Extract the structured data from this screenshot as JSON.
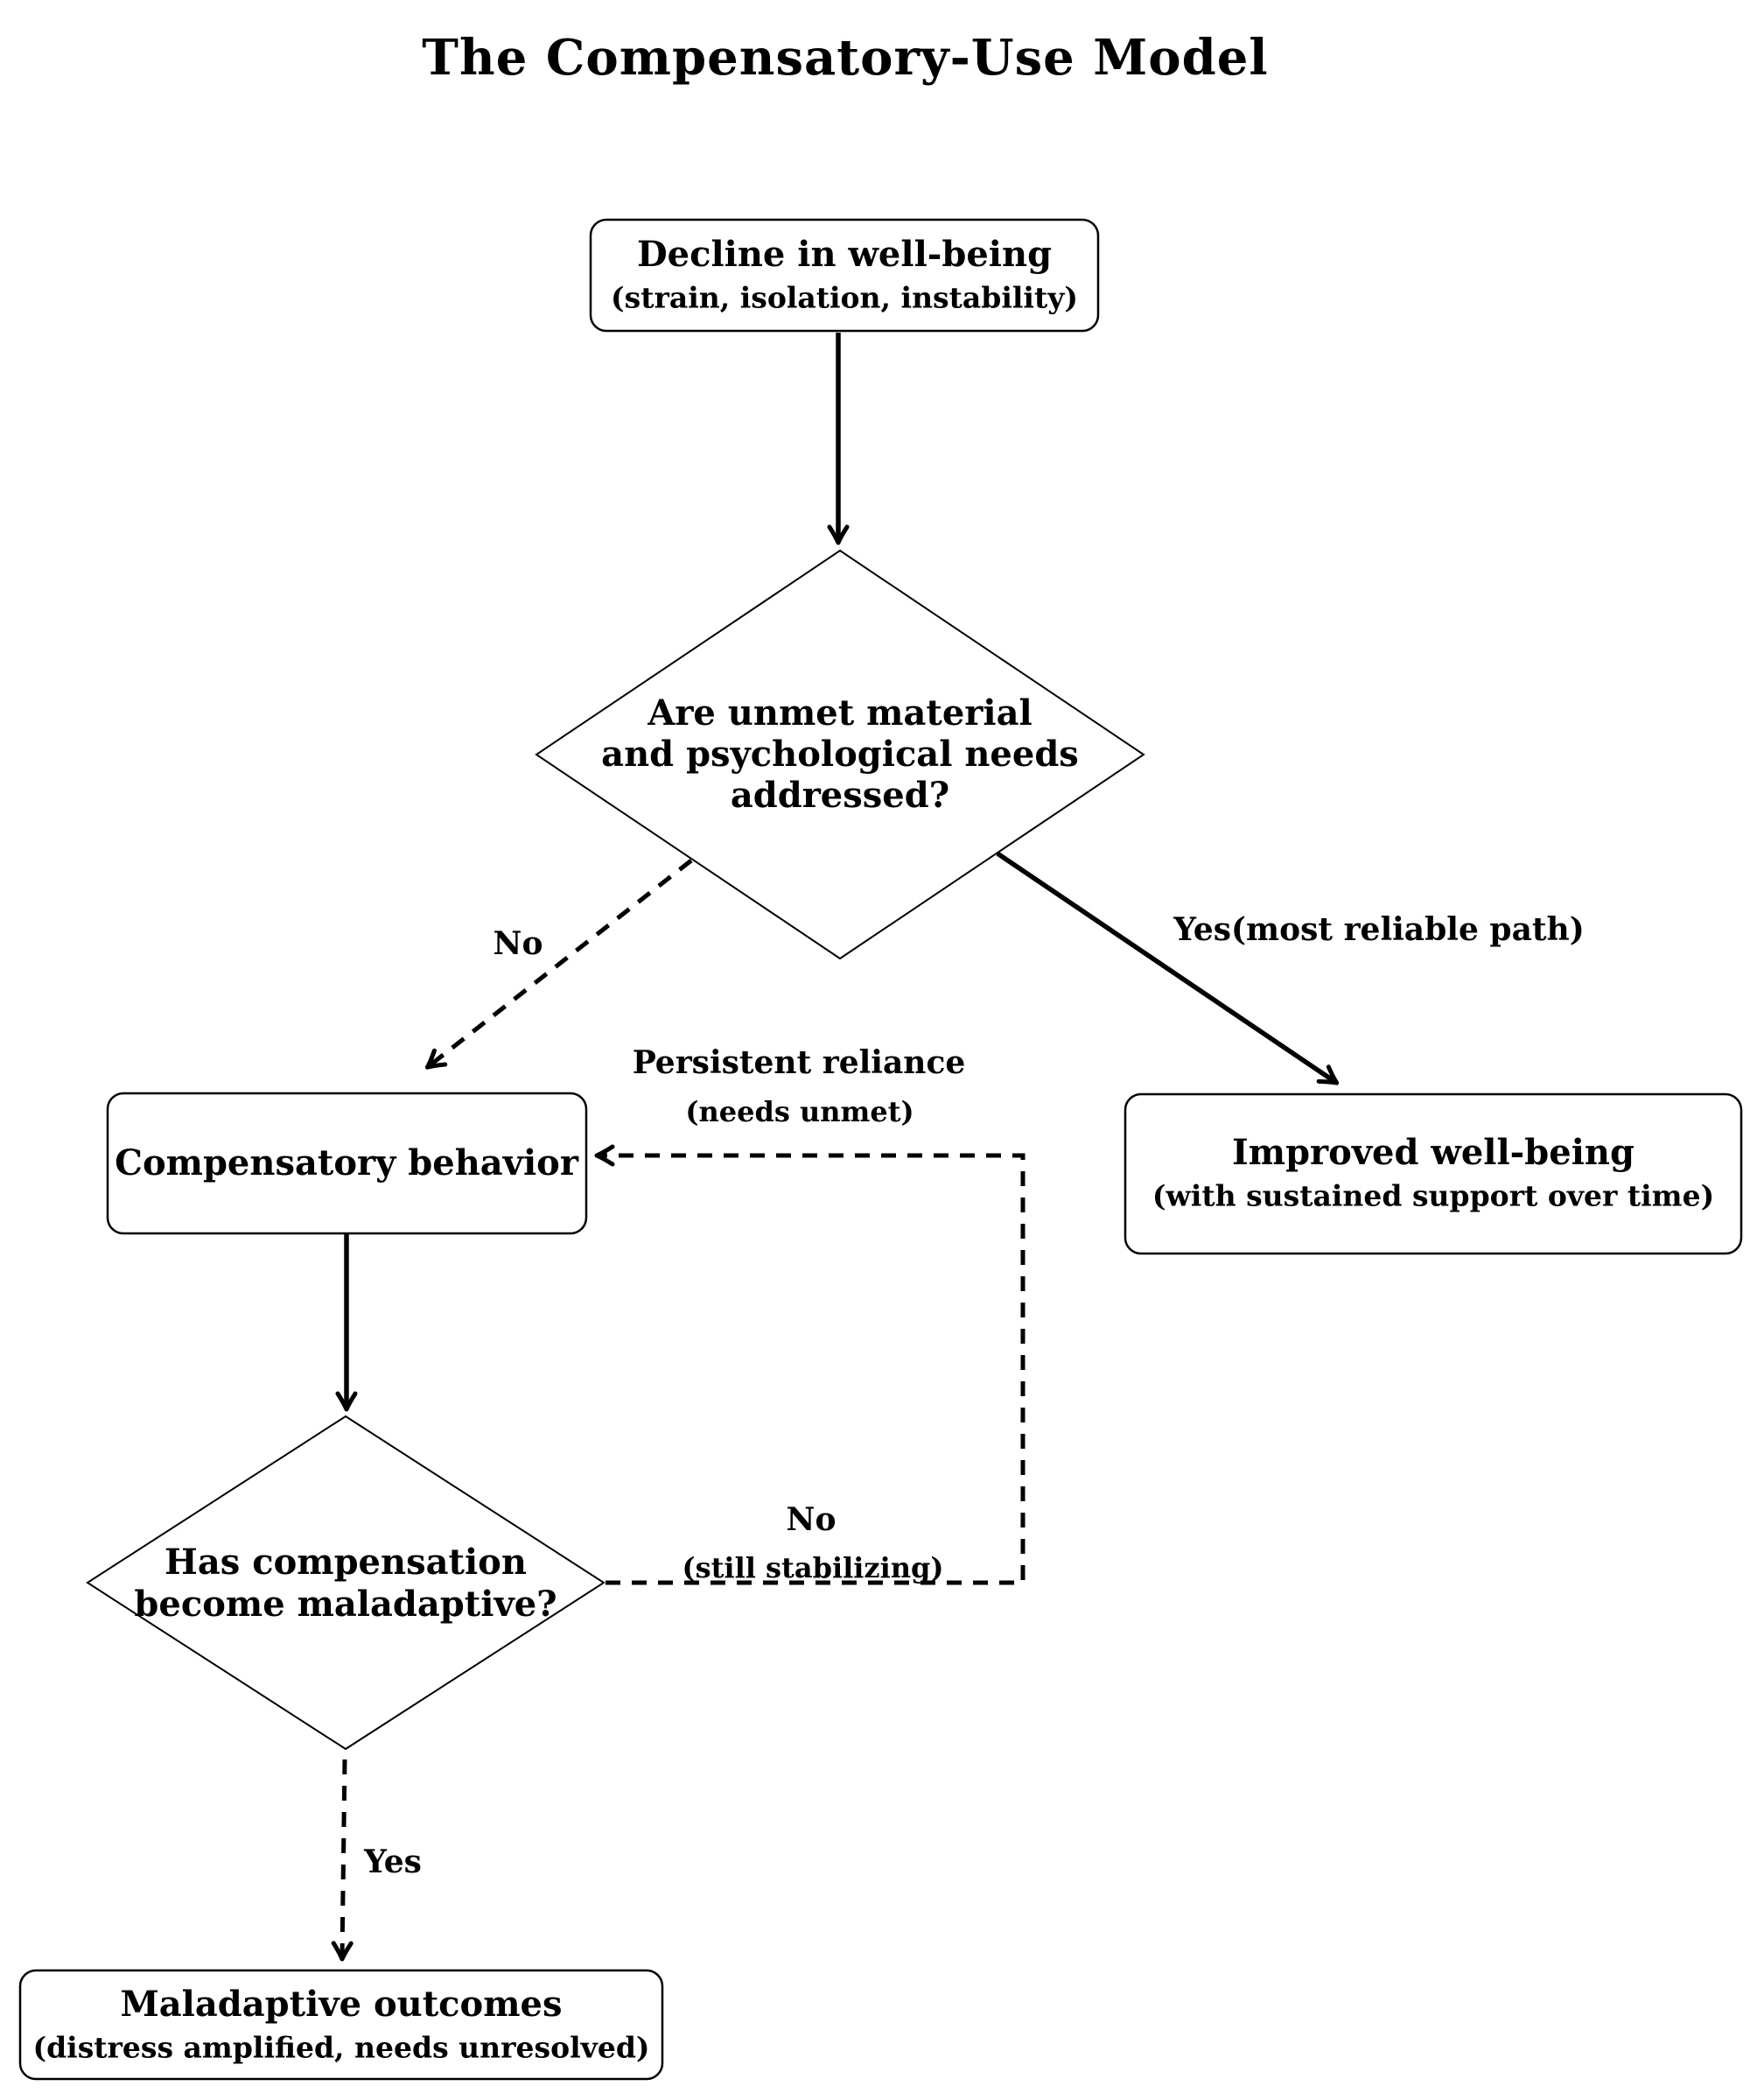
{
  "title": "The Compensatory-Use Model",
  "nodes": {
    "decline": {
      "line1": "Decline in well-being",
      "line2": "(strain, isolation, instability)"
    },
    "needs_decision": {
      "line1": "Are unmet material",
      "line2": "and psychological needs",
      "line3": "addressed?"
    },
    "compensatory": {
      "line1": "Compensatory behavior"
    },
    "improved": {
      "line1": "Improved well-being",
      "line2": "(with sustained support over time)"
    },
    "maladaptive_decision": {
      "line1": "Has compensation",
      "line2": "become maladaptive?"
    },
    "maladaptive": {
      "line1": "Maladaptive outcomes",
      "line2": "(distress amplified, needs unresolved)"
    }
  },
  "edge_labels": {
    "no_to_compensatory": "No",
    "yes_to_improved": "Yes(most reliable path)",
    "persistent_line1": "Persistent reliance",
    "persistent_line2": "(needs unmet)",
    "feedback_no_line1": "No",
    "feedback_no_line2": "(still stabilizing)",
    "yes_to_maladaptive": "Yes"
  },
  "colors": {
    "ink": "#000000",
    "paper": "#ffffff"
  }
}
